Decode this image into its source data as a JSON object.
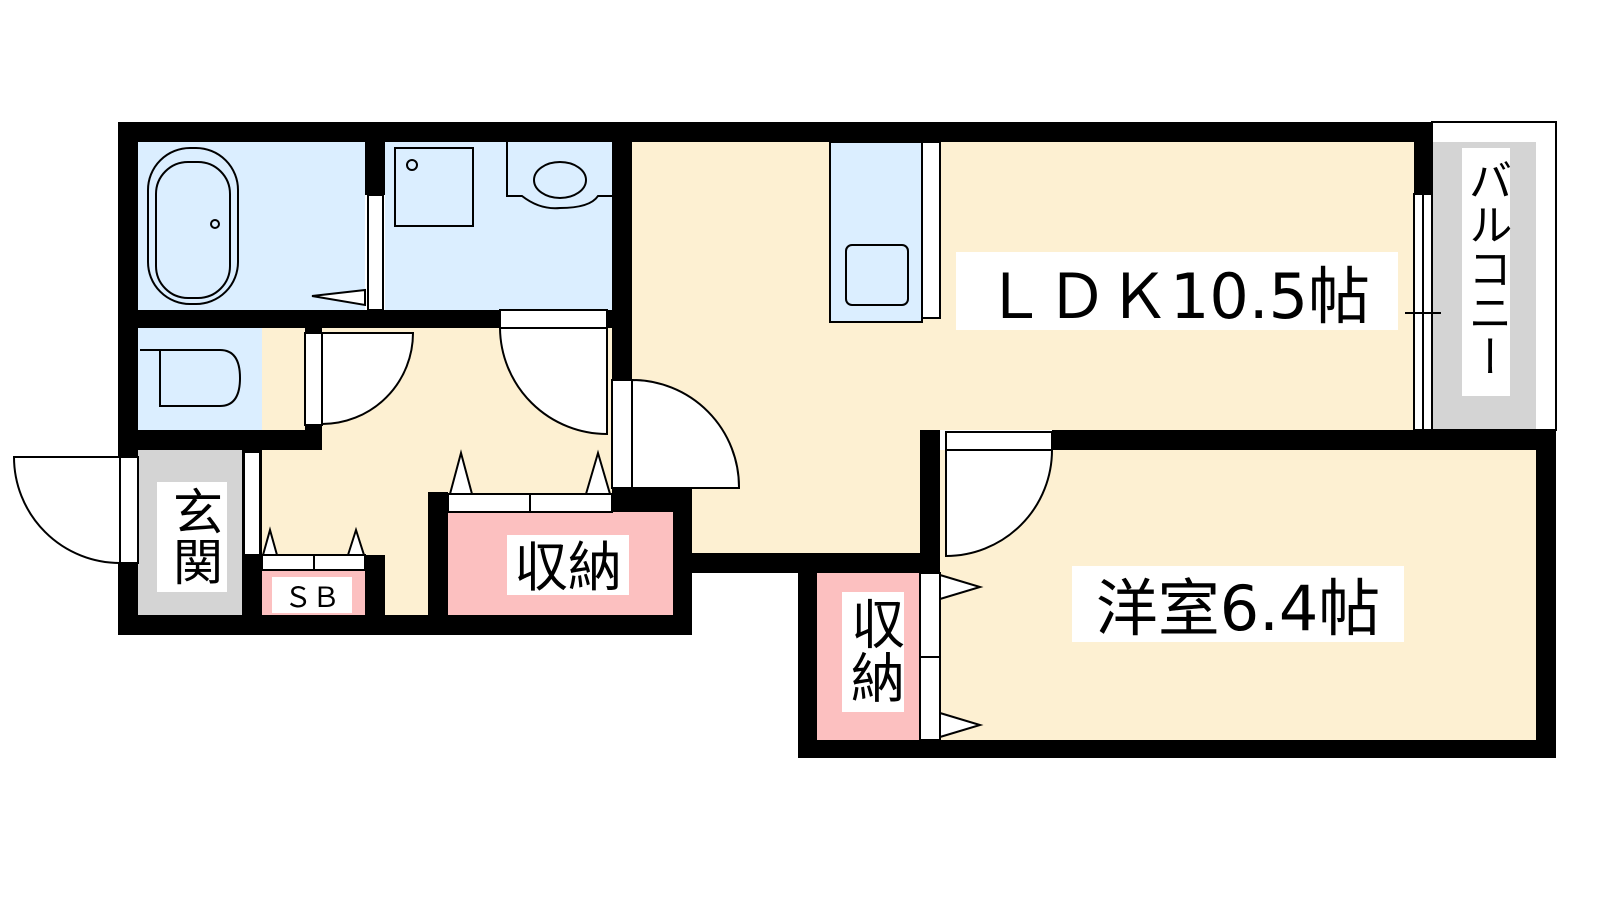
{
  "rooms": {
    "ldk": "ＬＤＫ10.5帖",
    "western": "洋室6.4帖",
    "balcony": "バルコニー",
    "entrance": "玄関",
    "storage_hall": "収納",
    "storage_western": "収納",
    "shoe_box": "ＳＢ"
  },
  "colors": {
    "wet_area": "#dbeeff",
    "floor": "#fdf0d2",
    "storage": "#fcc0c0",
    "entrance": "#d4d4d4",
    "wall": "#000000"
  }
}
